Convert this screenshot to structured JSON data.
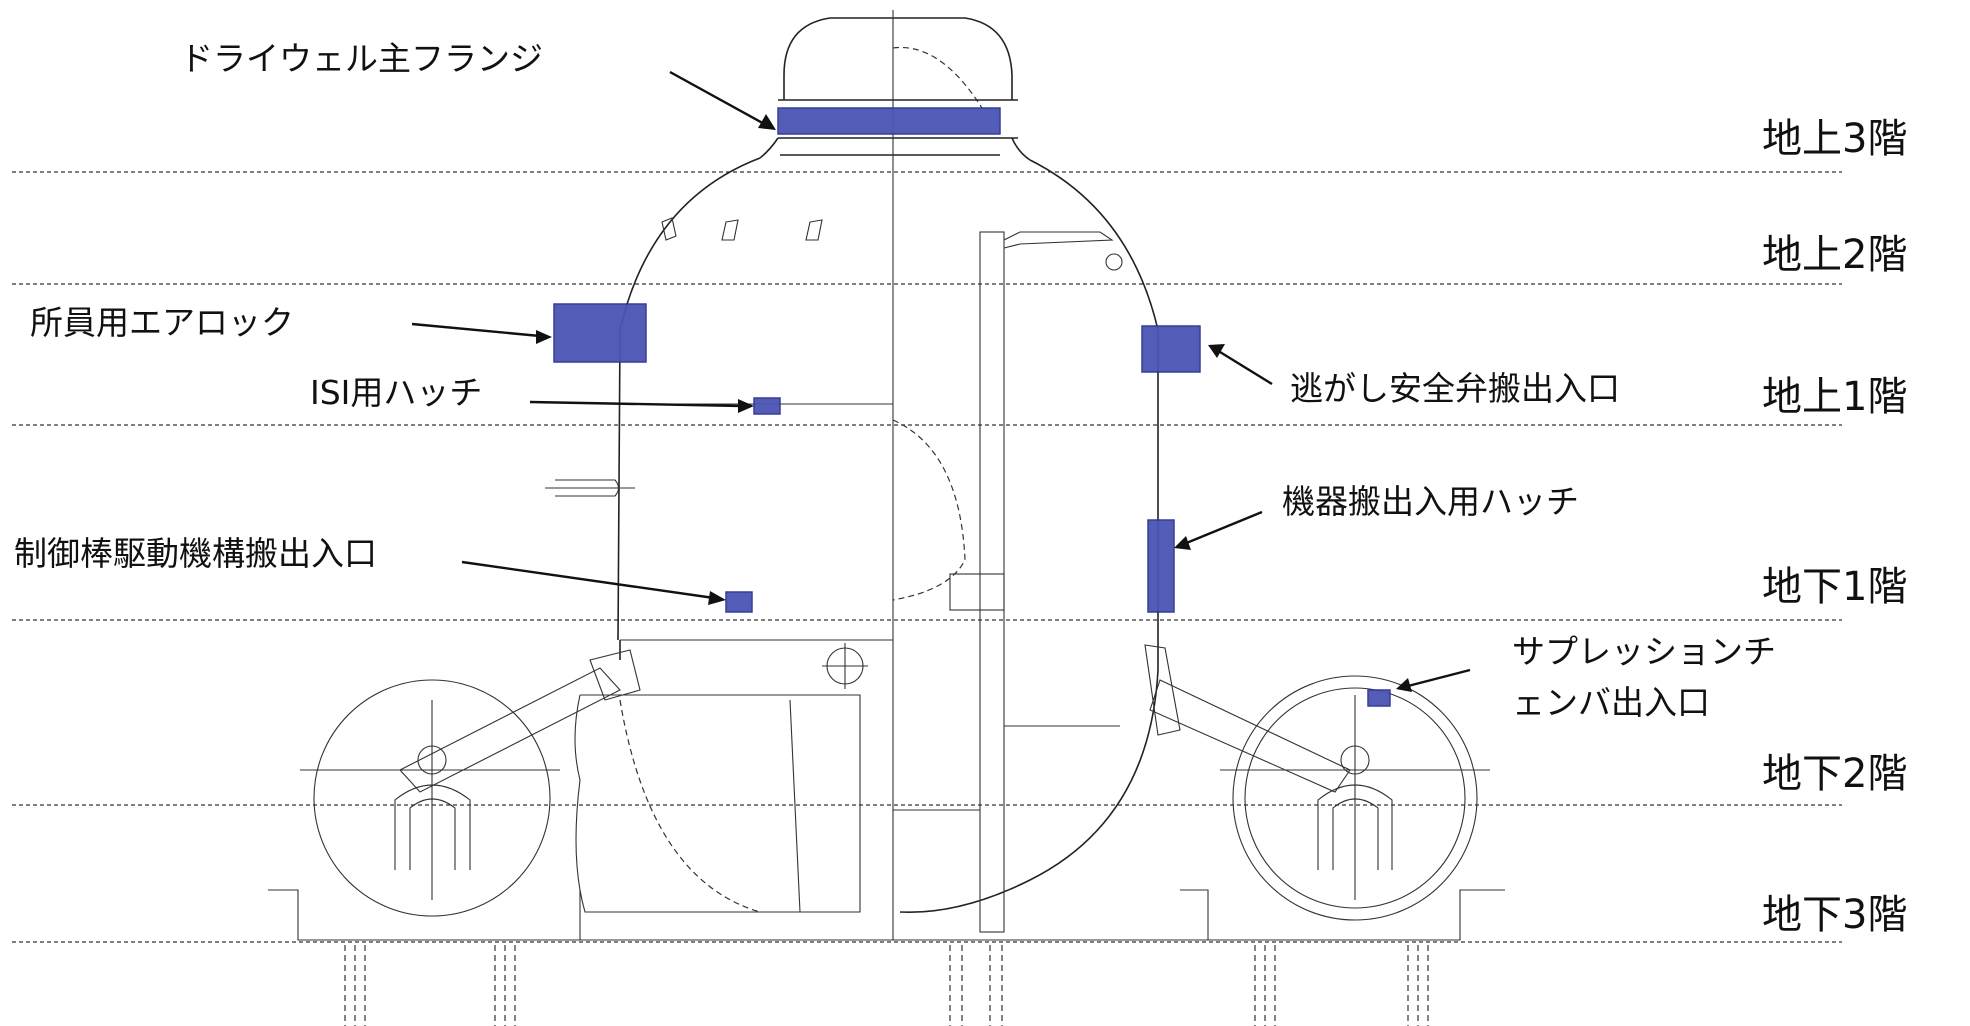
{
  "floors": [
    {
      "key": "f3",
      "label": "地上3階"
    },
    {
      "key": "f2",
      "label": "地上2階"
    },
    {
      "key": "f1",
      "label": "地上1階"
    },
    {
      "key": "b1",
      "label": "地下1階"
    },
    {
      "key": "b2",
      "label": "地下2階"
    },
    {
      "key": "b3",
      "label": "地下3階"
    }
  ],
  "callouts": {
    "drywell_flange": "ドライウェル主フランジ",
    "personnel_airlock": "所員用エアロック",
    "isi_hatch": "ISI用ハッチ",
    "crd_port": "制御棒駆動機構搬出入口",
    "srv_port": "逃がし安全弁搬出入口",
    "equipment_hatch": "機器搬出入用ハッチ",
    "suppression_chamber_line1": "サプレッションチ",
    "suppression_chamber_line2": "ェンバ出入口"
  },
  "colors": {
    "highlight": "#4a55b5",
    "line": "#222222"
  }
}
